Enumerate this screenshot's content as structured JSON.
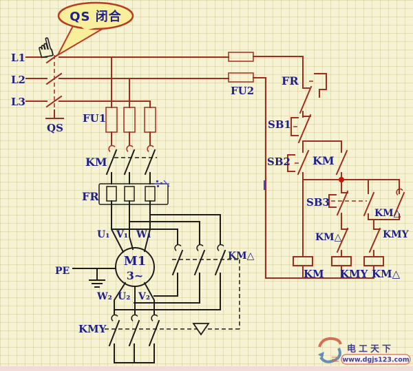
{
  "bubble": {
    "text": "QS 闭合"
  },
  "pointer": {
    "hand_icon": "☝"
  },
  "power": {
    "phase_labels": [
      "L1",
      "L2",
      "L3"
    ],
    "switch_label": "QS",
    "fuse_group1_label": "FU1",
    "main_contactor_label": "KM",
    "thermal_label": "FR",
    "terminals_top": [
      "U₁",
      "V₁",
      "W₁"
    ],
    "terminals_bottom": [
      "W₂",
      "U₂",
      "V₂"
    ],
    "motor_name": "M1",
    "motor_phase": "3~",
    "pe_label": "PE",
    "star_contactor_label": "KMY",
    "delta_contactor_label": "KM△"
  },
  "control": {
    "fuse_label": "FU2",
    "thermal_contact_label": "FR",
    "stop_button_label": "SB1",
    "start_button_label": "SB2",
    "seal_contact_label": "KM",
    "transfer_button_label": "SB3",
    "delta_interlock_label": "KM△",
    "delta_seal_label": "KM△",
    "star_interlock_label": "KMY",
    "coil_labels": [
      "KM",
      "KMY",
      "KM△"
    ]
  },
  "watermark": {
    "site_name": "电工天下",
    "url": "www.dgjs123.com"
  },
  "colors": {
    "wire_red": "#9f2d1e",
    "wire_black": "#1e1c1a",
    "label_navy": "#20208a",
    "bubble_fill": "#f7ef9c",
    "bubble_border": "#b93a20",
    "bubble_text": "#c01a10",
    "junction_dot": "#cc1508",
    "background": "#f6f2d4"
  }
}
